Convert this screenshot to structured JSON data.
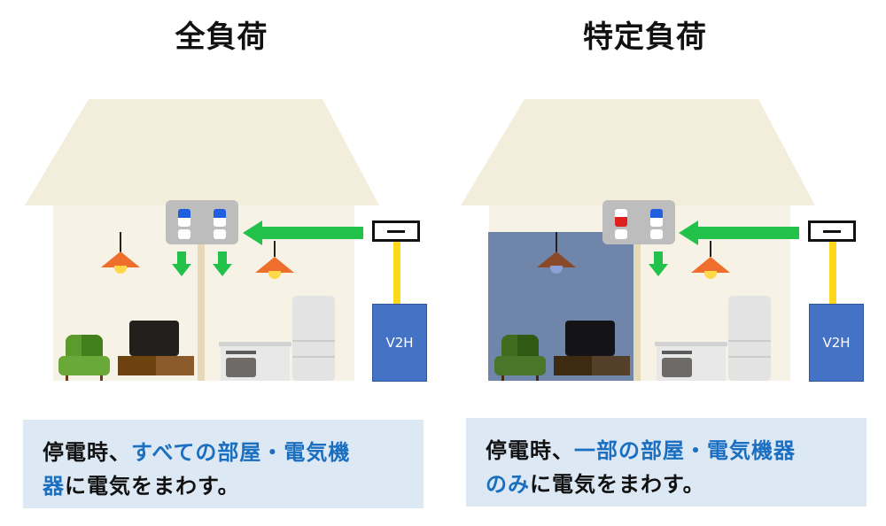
{
  "panels": [
    {
      "title": "全負荷",
      "caption": {
        "line1_black": "停電時、",
        "line1_blue": "すべての部屋・電気機",
        "line2_blue": "器",
        "line2_black": "に電気をまわす。"
      },
      "breaker_switches": [
        "on",
        "on"
      ],
      "rooms_powered": [
        "left",
        "right"
      ],
      "device_label": "V2H"
    },
    {
      "title": "特定負荷",
      "caption": {
        "line1_black": "停電時、",
        "line1_blue": "一部の部屋・電気機器",
        "line2_blue": "のみ",
        "line2_black": "に電気をまわす。"
      },
      "breaker_switches": [
        "off",
        "on"
      ],
      "rooms_powered": [
        "right"
      ],
      "device_label": "V2H"
    }
  ],
  "colors": {
    "roof": "#f3eddc",
    "wall": "#f7f2e6",
    "arrow": "#22c24a",
    "v2h": "#4472c4",
    "cable": "#ffd81a",
    "caption_bg": "#dde8f5",
    "highlight_text": "#1b6fc0",
    "dark_room": "#6f86aa",
    "switch_on": "#1f5fe0",
    "switch_off": "#e02020"
  }
}
